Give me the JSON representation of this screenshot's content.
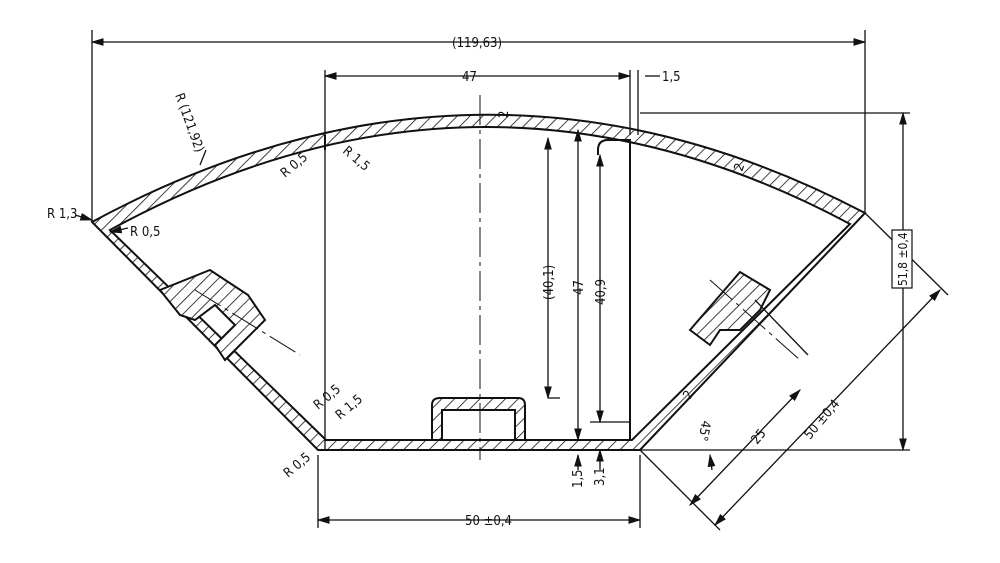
{
  "drawing": {
    "overall_width": "(119,63)",
    "top_width": "47",
    "small_gap": "1,5",
    "arc_radius": "R (121,92)",
    "wall_top": "2",
    "wall_right_arc": "2",
    "wall_right_diag": "2",
    "height_inner_1": "(40,1)",
    "height_inner_2": "47",
    "height_inner_3": "40,9",
    "total_height": "51,8 ±0,4",
    "diag_length": "50 ±0,4",
    "diag_half": "25",
    "angle": "45°",
    "bottom_width": "50 ±0,4",
    "bottom_wall_1": "1,5",
    "bottom_wall_2": "3,1",
    "radii": {
      "left_tip_outer": "R 1,3",
      "left_tip_inner": "R 0,5",
      "top_corner_a": "R 0,5",
      "top_corner_b": "R 1,5",
      "bottom_corner_a": "R 0,5",
      "bottom_corner_b": "R 1,5",
      "bottom_corner_c": "R 0,5"
    }
  }
}
